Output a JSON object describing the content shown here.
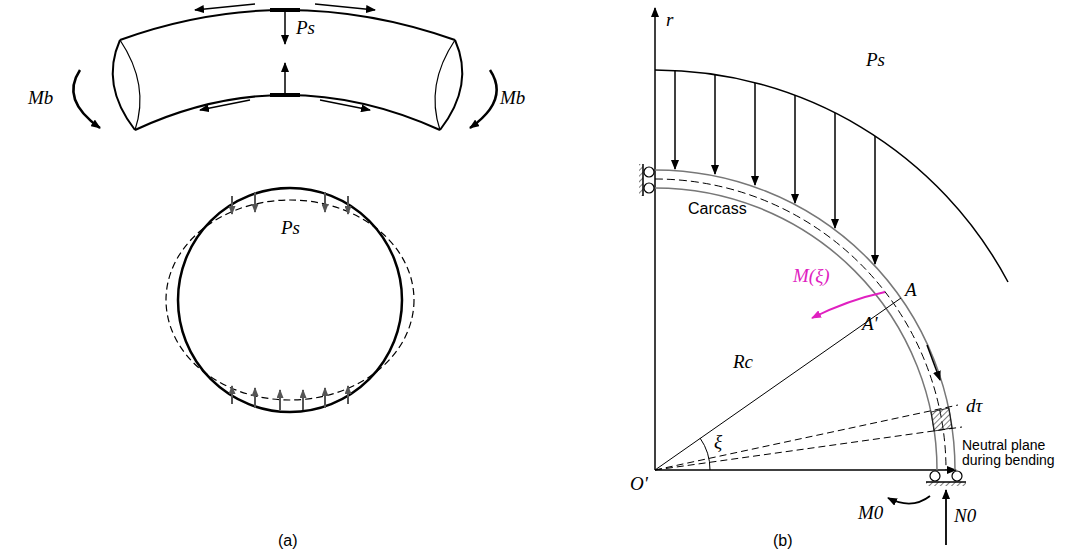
{
  "diagram": {
    "labels": [
      "Ps",
      "Mb",
      "Mb",
      "Ps",
      "(a)",
      "r",
      "Ps",
      "Carcass",
      "M(ξ)",
      "A",
      "A'",
      "Rc",
      "ξ",
      "dτ",
      "Neutral plane during bending",
      "O'",
      "M0",
      "N0",
      "(b)"
    ]
  }
}
